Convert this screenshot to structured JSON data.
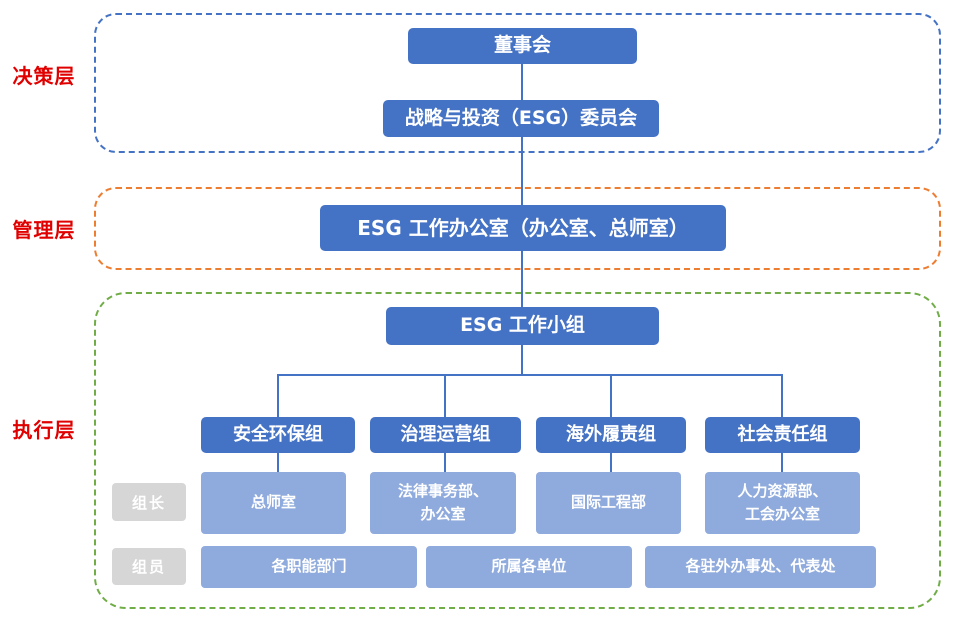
{
  "layers": [
    {
      "label": "决策层"
    },
    {
      "label": "管理层"
    },
    {
      "label": "执行层"
    }
  ],
  "nodes": {
    "board": "董事会",
    "committee": "战略与投资（ESG）委员会",
    "office": "ESG 工作办公室（办公室、总师室）",
    "workgroup": "ESG 工作小组"
  },
  "groups": [
    {
      "name": "安全环保组",
      "leader": "总师室"
    },
    {
      "name": "治理运营组",
      "leader": "法律事务部、\n办公室"
    },
    {
      "name": "海外履责组",
      "leader": "国际工程部"
    },
    {
      "name": "社会责任组",
      "leader": "人力资源部、\n工会办公室"
    }
  ],
  "row_labels": {
    "leader": "组长",
    "member": "组员"
  },
  "members": [
    "各职能部门",
    "所属各单位",
    "各驻外办事处、代表处"
  ],
  "colors": {
    "node_primary": "#4472C4",
    "node_secondary": "#8FAADC",
    "row_label_bg": "#D6D6D6",
    "layer_label_text": "#E00000",
    "decision_border": "#4472C4",
    "management_border": "#ED7D31",
    "execution_border": "#70AD47",
    "connector": "#4472C4"
  }
}
